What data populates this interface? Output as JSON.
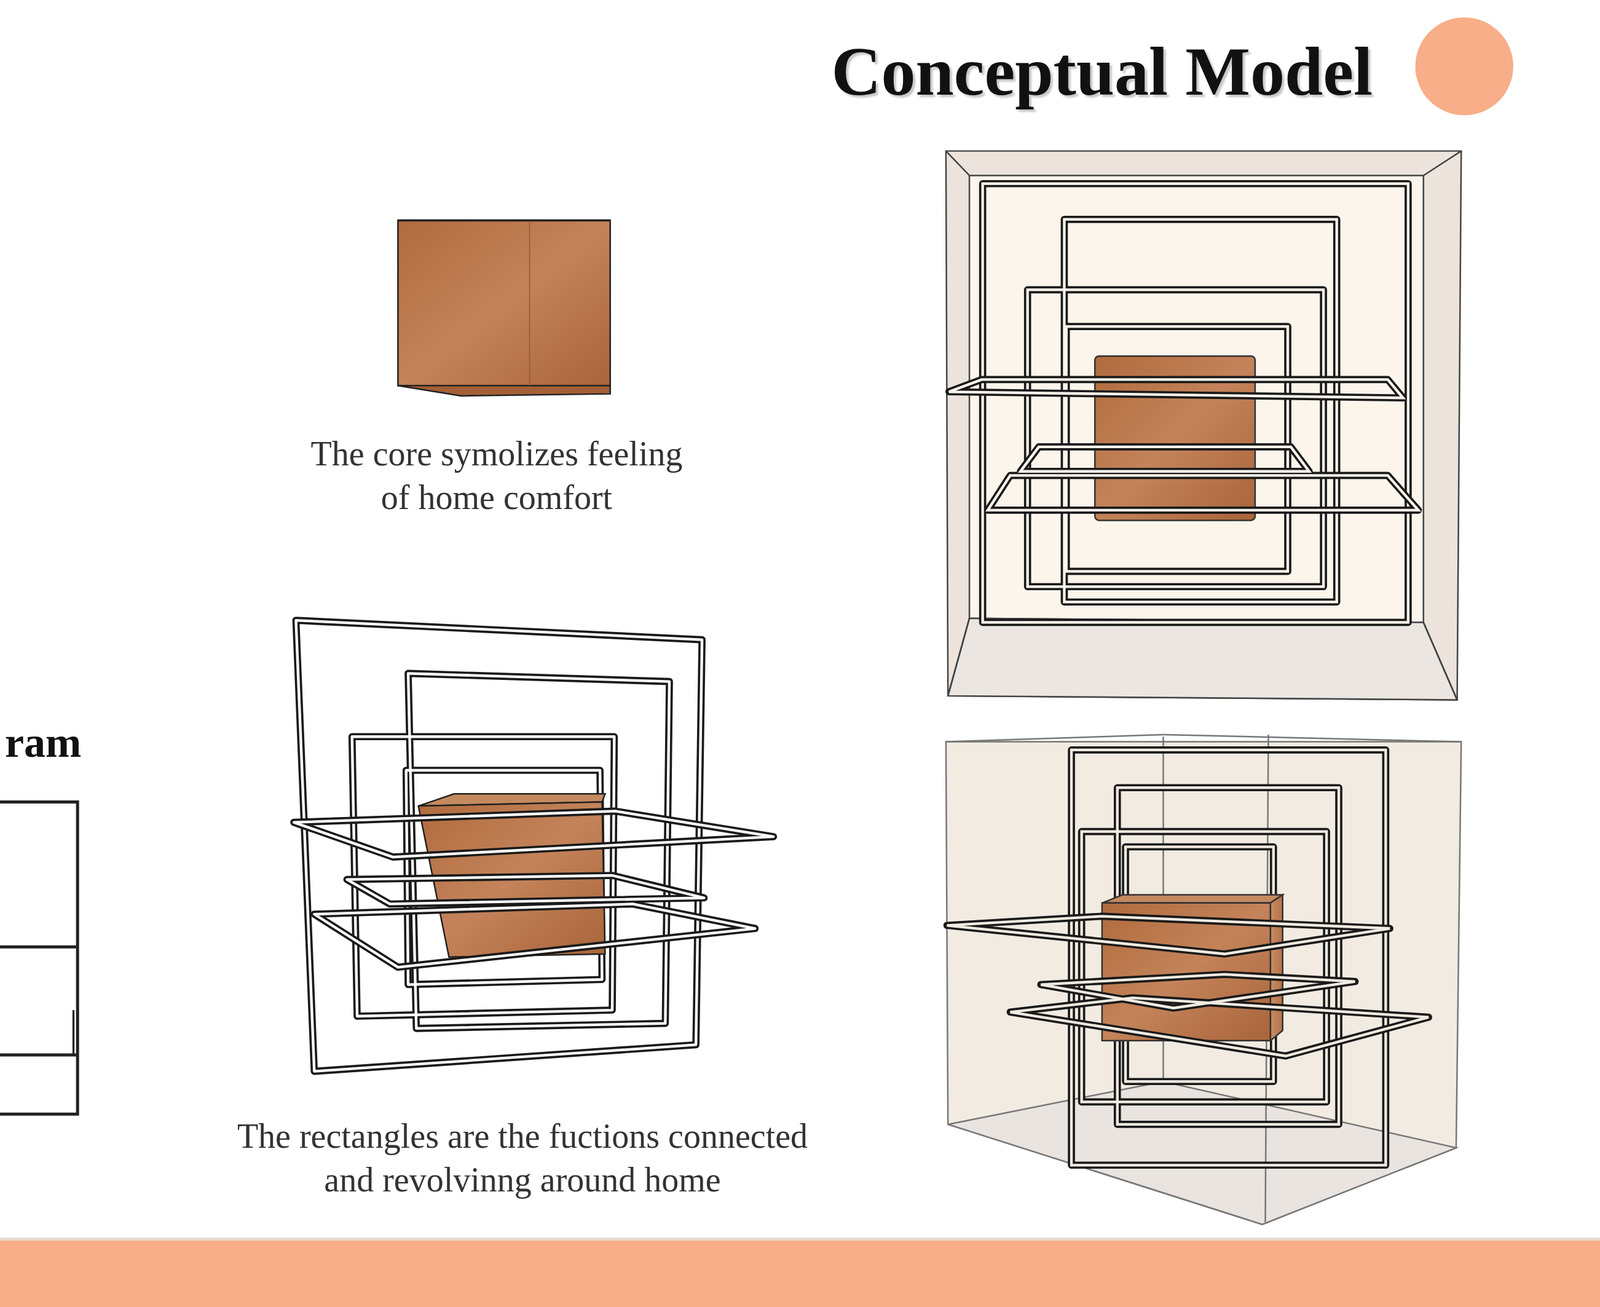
{
  "diagram": {
    "title": "Conceptual Model",
    "labels": [
      "The core symolizes feeling of home comfort",
      "The rectangles are the fuctions connected and revolvinng around home",
      "ram"
    ]
  }
}
